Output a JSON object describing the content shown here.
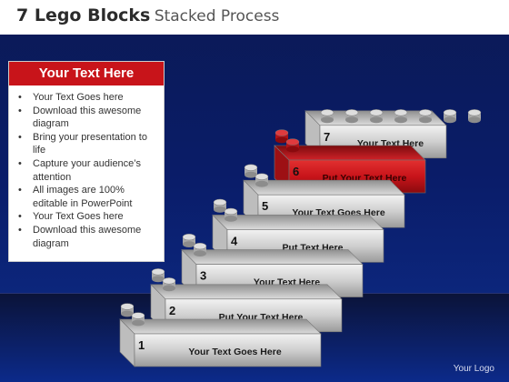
{
  "title": {
    "bold": "7 Lego Blocks",
    "rest": "Stacked Process"
  },
  "textbox": {
    "heading": "Your Text Here",
    "bullets": [
      "Your Text Goes here",
      "Download this awesome diagram",
      "Bring your presentation to life",
      "Capture your audience’s attention",
      "All images are 100% editable in PowerPoint",
      "Your Text Goes here",
      "Download this awesome diagram"
    ]
  },
  "steps": [
    {
      "num": "1",
      "label": "Your Text Goes Here"
    },
    {
      "num": "2",
      "label": "Put Your Text Here"
    },
    {
      "num": "3",
      "label": "Your Text Here"
    },
    {
      "num": "4",
      "label": "Put Text Here"
    },
    {
      "num": "5",
      "label": "Your Text Goes Here"
    },
    {
      "num": "6",
      "label": "Put Your Text Here"
    },
    {
      "num": "7",
      "label": "Your Text Here"
    }
  ],
  "colors": {
    "highlight": "#c8141a",
    "brick": "#cfcfcf",
    "background": "#0a1c68"
  },
  "logo": "Your Logo"
}
